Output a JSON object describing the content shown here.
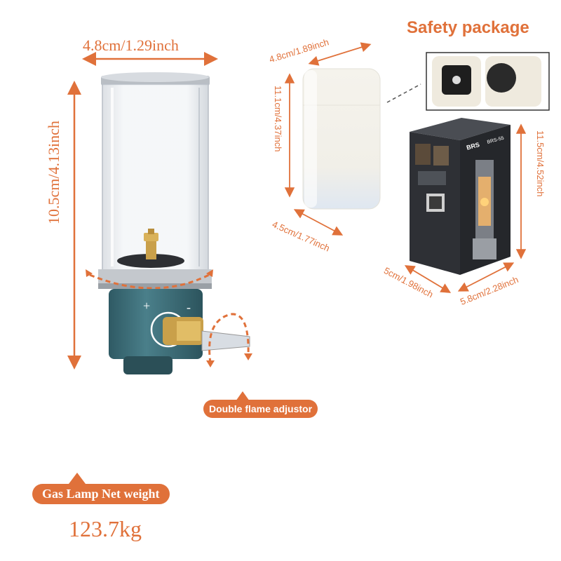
{
  "colors": {
    "accent": "#e0713a",
    "lamp_base": "#3d6f7a",
    "brass": "#c9a04a"
  },
  "lamp": {
    "width_label": "4.8cm/1.29inch",
    "height_label": "10.5cm/4.13inch",
    "adjustor_label": "Double flame adjustor",
    "plus_sign": "+",
    "minus_sign": "-"
  },
  "weight": {
    "label": "Gas Lamp  Net  weight",
    "value": "123.7kg"
  },
  "case": {
    "width_label": "4.8cm/1.89inch",
    "height_label": "11.1cm/4.37inch",
    "depth_label": "4.5cm/1.77inch"
  },
  "safety": {
    "title": "Safety package"
  },
  "box": {
    "height_label": "11.5cm/4.52inch",
    "depth_label": "5cm/1.98inch",
    "width_label": "5.8cm/2.28inch",
    "brand": "BRS",
    "model": "BRS-55"
  }
}
